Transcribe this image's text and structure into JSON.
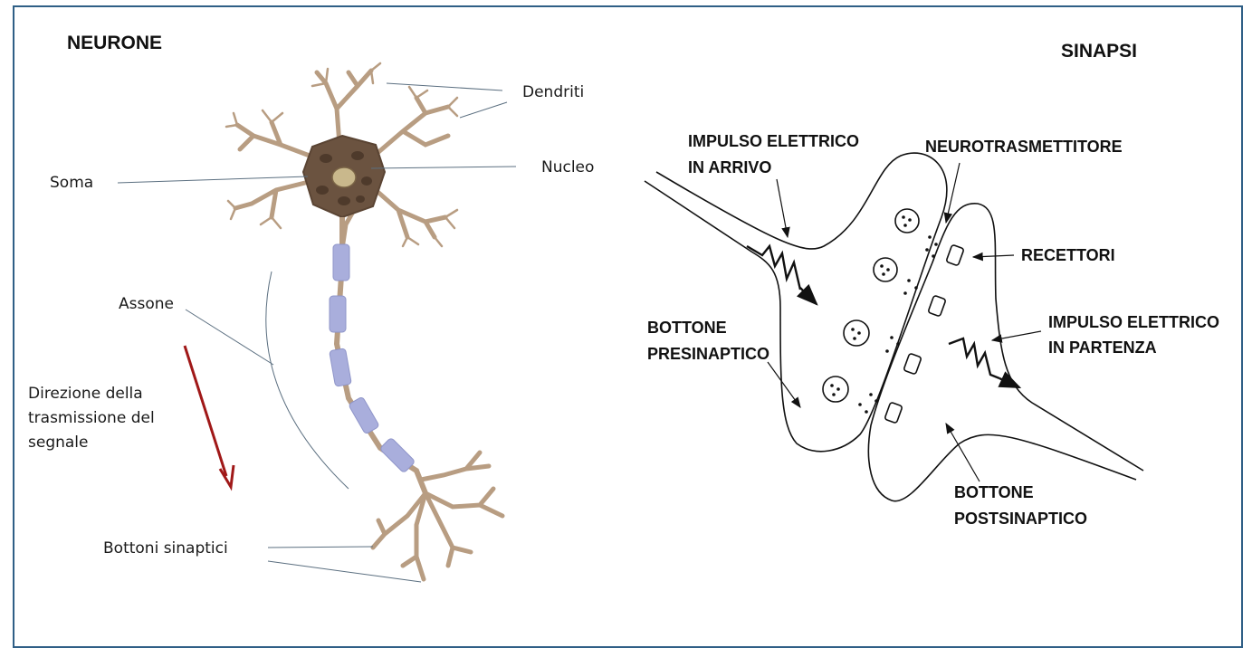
{
  "neuron_panel": {
    "title": "NEURONE",
    "labels": {
      "dendriti": "Dendriti",
      "soma": "Soma",
      "nucleo": "Nucleo",
      "assone": "Assone",
      "direzione": [
        "Direzione della",
        "trasmissione del",
        "segnale"
      ],
      "bottoni": "Bottoni sinaptici"
    }
  },
  "synapse_panel": {
    "title": "SINAPSI",
    "labels": {
      "impulso_arrivo": [
        "IMPULSO ELETTRICO",
        "IN ARRIVO"
      ],
      "neurotrasmettitore": "NEUROTRASMETTITORE",
      "recettori": "RECETTORI",
      "impulso_partenza": [
        "IMPULSO ELETTRICO",
        "IN PARTENZA"
      ],
      "presinaptico": [
        "BOTTONE",
        "PRESINAPTICO"
      ],
      "postsinaptico": [
        "BOTTONE",
        "POSTSINAPTICO"
      ]
    }
  },
  "colors": {
    "frame": "#2f5f86",
    "neuron_body": "#b89d82",
    "soma": "#6b5340",
    "myelin": "#a9aedc",
    "direction_arrow": "#a01818"
  }
}
